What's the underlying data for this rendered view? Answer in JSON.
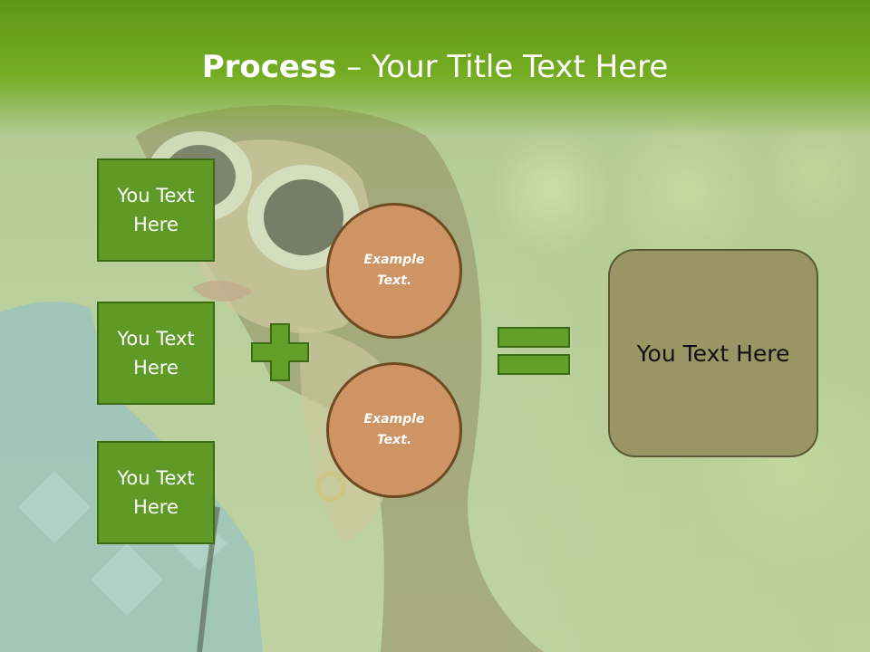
{
  "title": {
    "bold": "Process",
    "rest": " – Your Title Text Here"
  },
  "boxes": [
    "You Text Here",
    "You Text Here",
    "You Text Here"
  ],
  "circles": [
    "Example Text.",
    "Example Text."
  ],
  "result": "You Text Here",
  "colors": {
    "header": "#6aa51f",
    "box": "#5f9a26",
    "circle": "#cf9463",
    "result": "#9a9564"
  },
  "icons": {
    "operator1": "plus-icon",
    "operator2": "equals-icon"
  }
}
